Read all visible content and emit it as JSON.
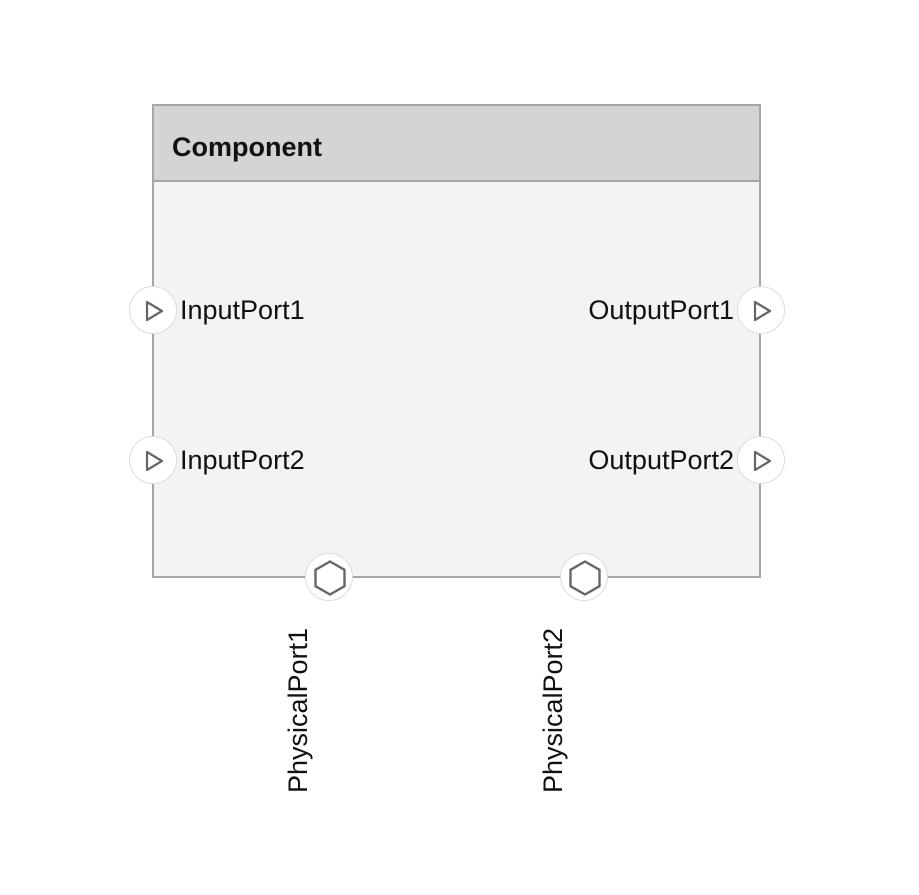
{
  "component": {
    "title": "Component"
  },
  "ports": {
    "inputs": [
      {
        "label": "InputPort1",
        "icon": "triangle-right-icon"
      },
      {
        "label": "InputPort2",
        "icon": "triangle-right-icon"
      }
    ],
    "outputs": [
      {
        "label": "OutputPort1",
        "icon": "triangle-right-icon"
      },
      {
        "label": "OutputPort2",
        "icon": "triangle-right-icon"
      }
    ],
    "physical": [
      {
        "label": "PhysicalPort1",
        "icon": "hexagon-icon"
      },
      {
        "label": "PhysicalPort2",
        "icon": "hexagon-icon"
      }
    ]
  },
  "colors": {
    "header_fill": "#d4d4d4",
    "body_fill": "#f3f3f3",
    "border": "#a6a6a6",
    "port_glyph": "#666666"
  }
}
